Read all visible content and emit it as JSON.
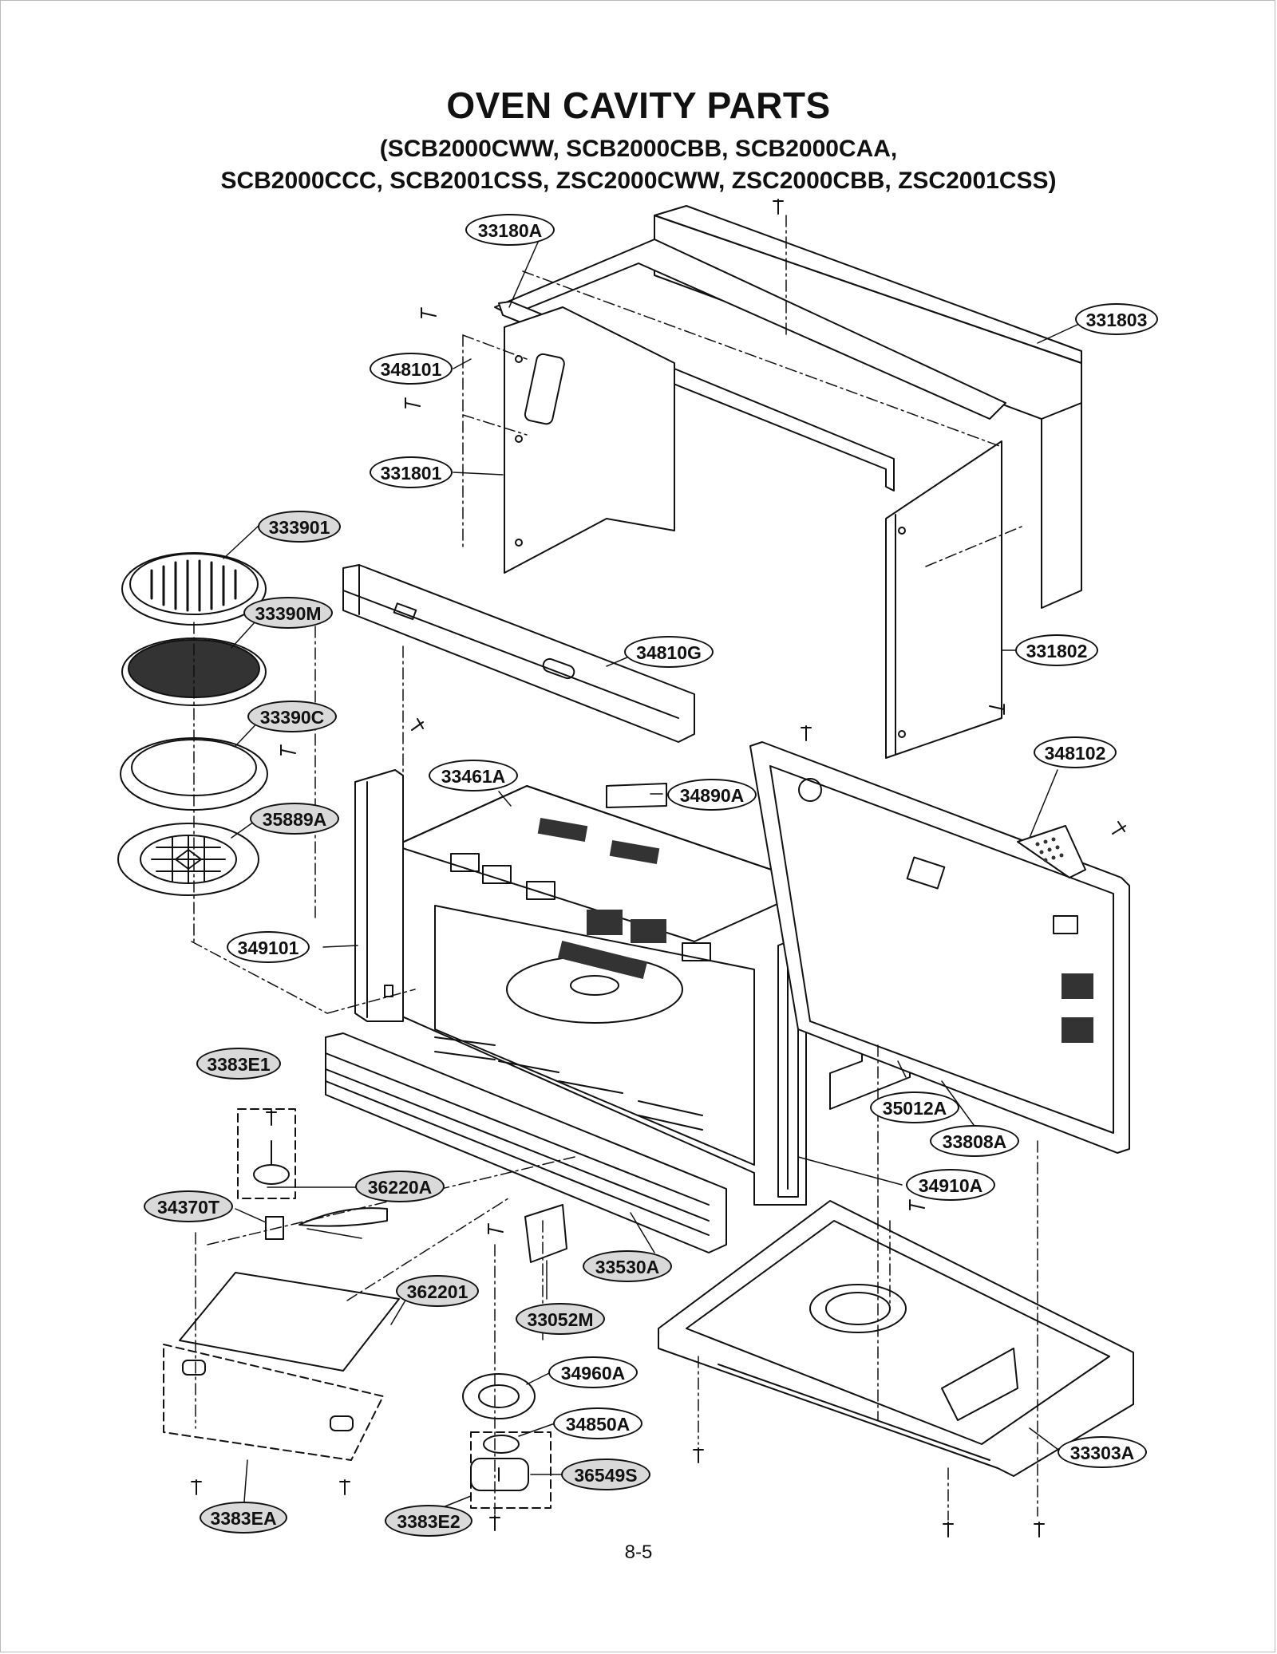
{
  "title": "OVEN CAVITY PARTS",
  "subtitle_line1": "(SCB2000CWW, SCB2000CBB, SCB2000CAA,",
  "subtitle_line2": "SCB2000CCC, SCB2001CSS, ZSC2000CWW, ZSC2000CBB, ZSC2001CSS)",
  "page_number": "8-5",
  "callouts": {
    "c33180A": "33180A",
    "c331803": "331803",
    "c348101": "348101",
    "c331801": "331801",
    "c333901": "333901",
    "c33390M": "33390M",
    "c34810G": "34810G",
    "c331802": "331802",
    "c33390C": "33390C",
    "c348102": "348102",
    "c33461A": "33461A",
    "c34890A": "34890A",
    "c35889A": "35889A",
    "c349101": "349101",
    "c3383E1": "3383E1",
    "c35012A": "35012A",
    "c33808A": "33808A",
    "c36220A": "36220A",
    "c34910A": "34910A",
    "c34370T": "34370T",
    "c33530A": "33530A",
    "c362201": "362201",
    "c33052M": "33052M",
    "c34960A": "34960A",
    "c34850A": "34850A",
    "c36549S": "36549S",
    "c33303A": "33303A",
    "c3383EA": "3383EA",
    "c3383E2": "3383E2"
  }
}
